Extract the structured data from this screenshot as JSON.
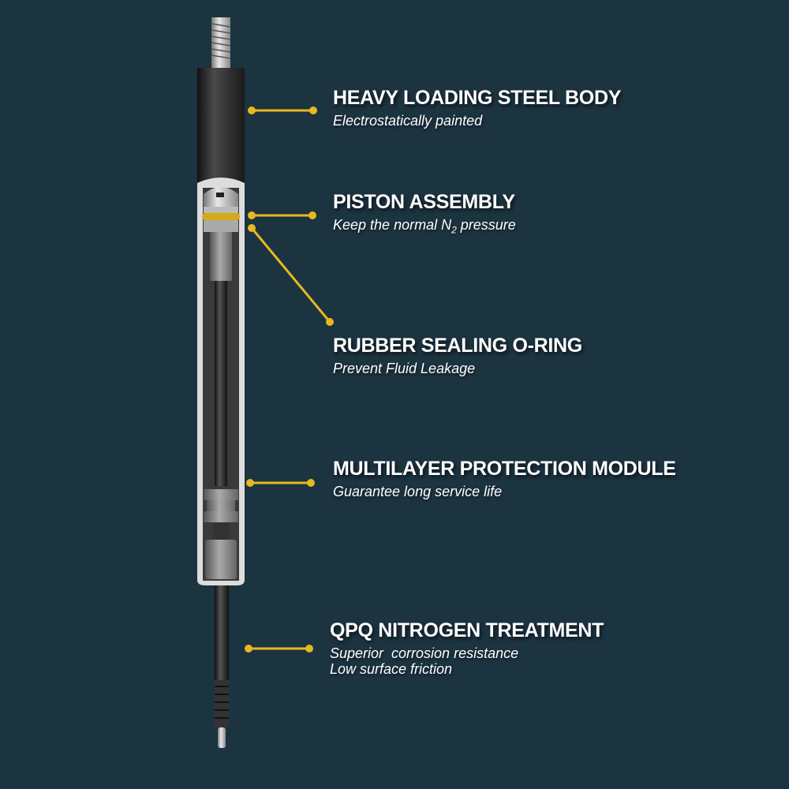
{
  "accent_color": "#e8b820",
  "background_color": "#1c3340",
  "callouts": [
    {
      "title": "HEAVY LOADING STEEL BODY",
      "subtitle": "Electrostatically painted"
    },
    {
      "title": "PISTON ASSEMBLY",
      "subtitle_prefix": "Keep the normal N",
      "subtitle_subscript": "2",
      "subtitle_suffix": " pressure"
    },
    {
      "title": "RUBBER SEALING O-RING",
      "subtitle": "Prevent Fluid Leakage"
    },
    {
      "title": "MULTILAYER PROTECTION MODULE",
      "subtitle": "Guarantee long service life"
    },
    {
      "title": "QPQ NITROGEN TREATMENT",
      "subtitle": "Superior  corrosion resistance",
      "subtitle_line2": "Low surface friction"
    }
  ]
}
